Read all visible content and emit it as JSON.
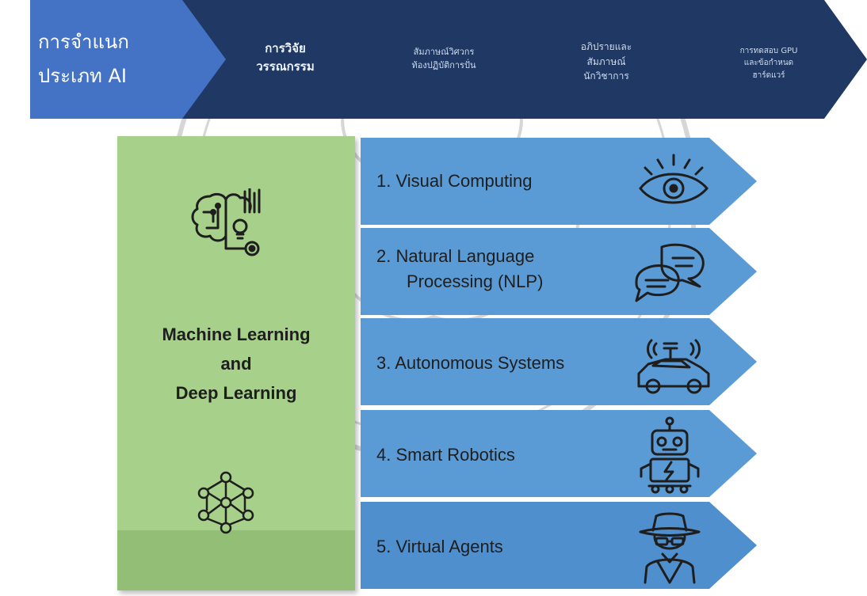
{
  "process_steps": [
    {
      "line1": "การจำแนก",
      "line2": "ประเภท AI"
    },
    {
      "line1": "การวิจัย",
      "line2": "วรรณกรรม"
    },
    {
      "line1": "สัมภาษณ์วิศวกร",
      "line2": "ท้องปฏิบัติการปั่น"
    },
    {
      "line1": "อภิปรายและ",
      "line2": "สัมภาษณ์",
      "line3": "นักวิชาการ"
    },
    {
      "line1": "การทดสอบ GPU",
      "line2": "และข้อกำหนด",
      "line3": "ฮาร์ดแวร์"
    }
  ],
  "core": {
    "line1": "Machine Learning",
    "line2": "and",
    "line3": "Deep Learning",
    "icons": [
      "brain-chart-icon",
      "neural-network-icon"
    ]
  },
  "ai_types": [
    {
      "label": "1. Visual Computing",
      "icon": "eye-icon"
    },
    {
      "line1": "2. Natural Language",
      "line2": "Processing (NLP)",
      "icon": "chat-bubbles-icon"
    },
    {
      "label": "3. Autonomous Systems",
      "icon": "autonomous-car-icon"
    },
    {
      "label": "4. Smart Robotics",
      "icon": "robot-icon"
    },
    {
      "label": "5. Virtual Agents",
      "icon": "agent-icon"
    }
  ],
  "colors": {
    "chevron_first": "#4472c4",
    "chevron_dark": "#1f3864",
    "green_panel": "#a7d18a",
    "blue_arrow": "#5b9bd5",
    "watermark": "#8a8a8a"
  }
}
